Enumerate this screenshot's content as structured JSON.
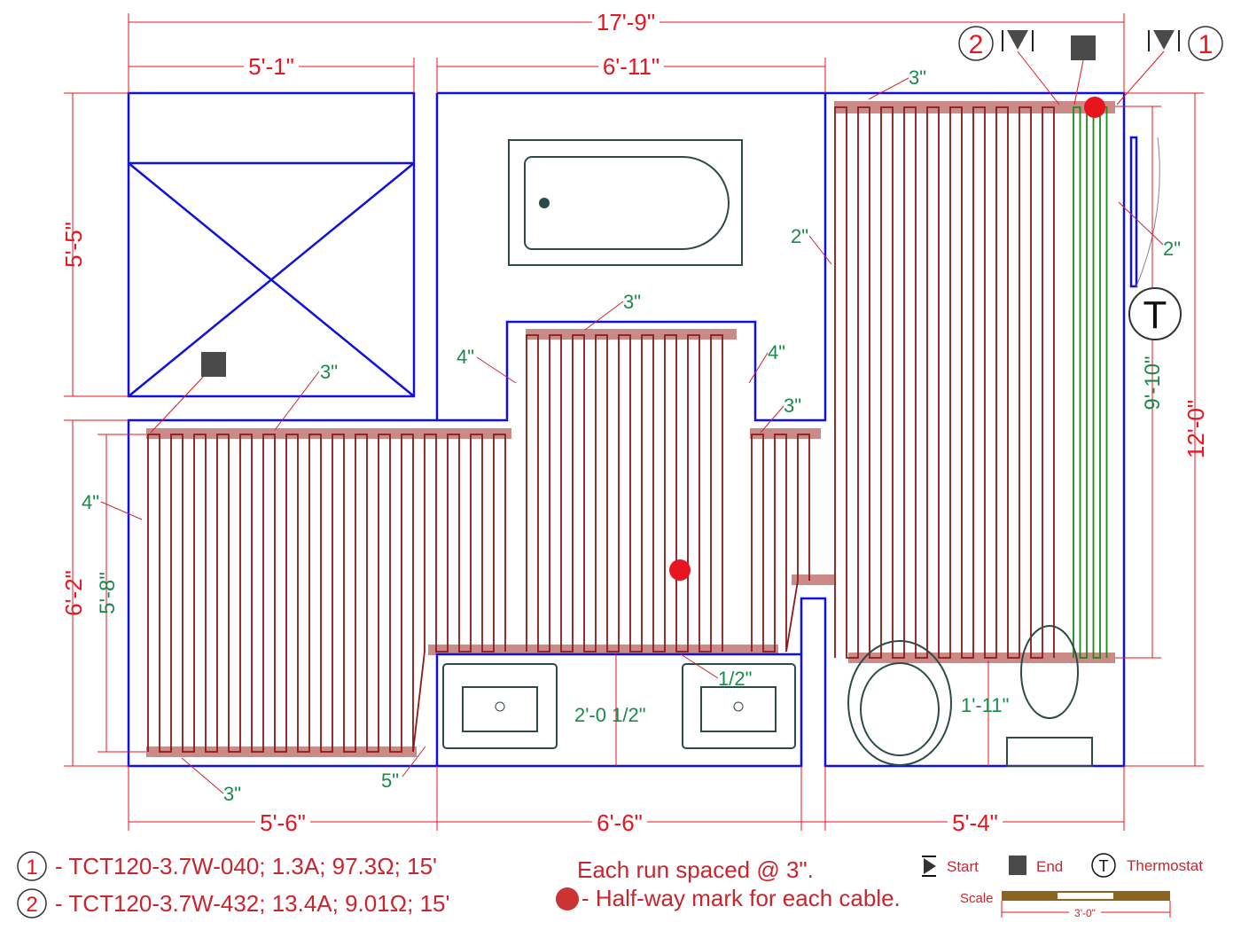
{
  "dimensions": {
    "overall_width": "17'-9\"",
    "top_left": "5'-1\"",
    "top_middle": "6'-11\"",
    "bottom_left": "5'-6\"",
    "bottom_middle": "6'-6\"",
    "bottom_right": "5'-4\"",
    "left_upper": "5'-5\"",
    "left_lower": "6'-2\"",
    "left_lower_heated": "5'-8\"",
    "right_overall": "12'-0\"",
    "right_heated": "9'-10\""
  },
  "spacings": {
    "s1": "3\"",
    "s2": "2\"",
    "s3": "2\"",
    "s4": "3\"",
    "s5": "4\"",
    "s6": "4\"",
    "s7": "3\"",
    "s8": "3\"",
    "s9": "4\"",
    "s10": "3\"",
    "s11": "5\"",
    "s12": "1/2\"",
    "s13": "2'-0 1/2\"",
    "s14": "1'-11\""
  },
  "markers": {
    "cable1": "1",
    "cable2": "2",
    "thermostat": "T"
  },
  "legend": {
    "cable1_num": "1",
    "cable1": "- TCT120-3.7W-040; 1.3A; 97.3Ω; 15'",
    "cable2_num": "2",
    "cable2": "- TCT120-3.7W-432; 13.4A; 9.01Ω; 15'",
    "spacing_note": "Each run spaced @ 3\".",
    "halfway_note": "- Half-way mark for each cable.",
    "start": "Start",
    "end": "End",
    "thermostat_symbol": "T",
    "thermostat": "Thermostat",
    "scale": "Scale",
    "scale_length": "3'-0\""
  },
  "colors": {
    "wall": "#1010e0",
    "cable": "#8b1a1a",
    "cable2_section": "#1a8a1a",
    "dimension": "#e8141e",
    "annotation": "#1a8a4a"
  }
}
